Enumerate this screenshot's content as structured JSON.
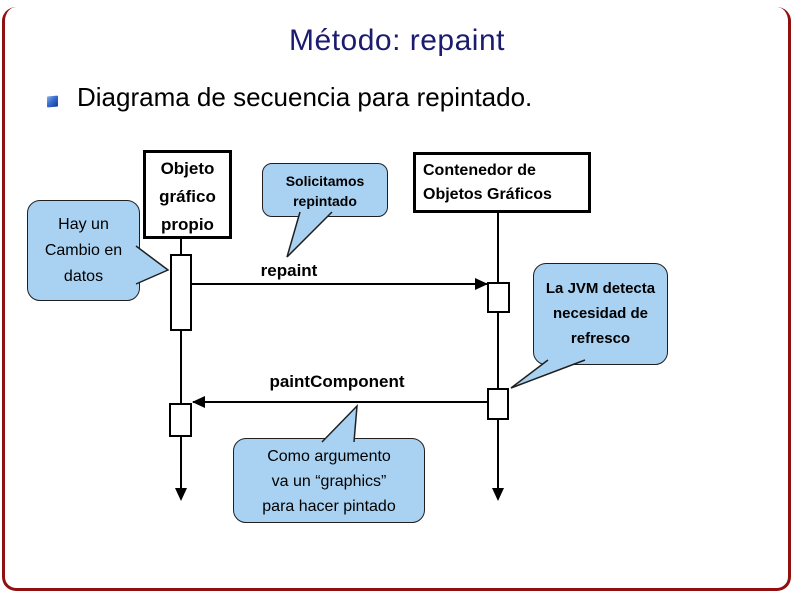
{
  "slide": {
    "title": "Método: repaint",
    "bullet_text": "Diagrama de secuencia para repintado.",
    "colors": {
      "title_navy": "#1B1B70",
      "frame_maroon": "#901010",
      "callout_fill": "#A9D2F2",
      "callout_border": "#1F1F1F",
      "diagram_line": "#000000"
    }
  },
  "diagram": {
    "lifelines": [
      {
        "name": "objeto-grafico-propio",
        "label": "Objeto\ngráfico\npropio"
      },
      {
        "name": "contenedor-objetos",
        "label": "Contenedor de\nObjetos Gráficos"
      }
    ],
    "messages": [
      {
        "name": "repaint",
        "label": "repaint",
        "direction": "right"
      },
      {
        "name": "paintComponent",
        "label": "paintComponent",
        "direction": "left"
      }
    ],
    "callouts": [
      {
        "name": "hay-un-cambio",
        "label": "Hay un\nCambio en\ndatos"
      },
      {
        "name": "solicitamos-repintado",
        "label": "Solicitamos\nrepintado"
      },
      {
        "name": "jvm-detecta",
        "label": "La JVM detecta\nnecesidad de\nrefresco"
      },
      {
        "name": "como-argumento",
        "label": "Como argumento\nva un “graphics”\npara hacer pintado"
      }
    ]
  }
}
